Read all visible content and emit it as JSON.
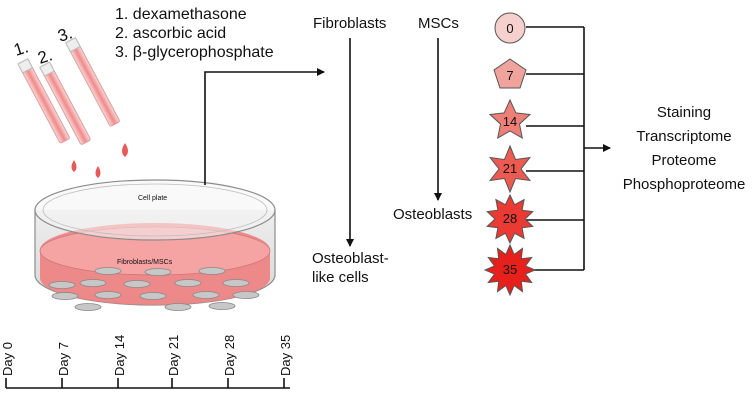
{
  "reagents": {
    "markers": [
      "1.",
      "2.",
      "3."
    ],
    "list": [
      "1. dexamethasone",
      "2. ascorbic acid",
      "3. β-glycerophosphate"
    ]
  },
  "plate": {
    "cell_plate_label": "Cell plate",
    "cells_label": "Fibroblasts/MSCs"
  },
  "cell_types": {
    "fibroblasts": "Fibroblasts",
    "mscs": "MSCs",
    "osteoblast_like_line1": "Osteoblast-",
    "osteoblast_like_line2": "like cells",
    "osteoblasts": "Osteoblasts"
  },
  "timepoints": [
    {
      "day": "0",
      "shape": "circle",
      "color": "#f6d0cd"
    },
    {
      "day": "7",
      "shape": "pentagon",
      "color": "#f0a39c"
    },
    {
      "day": "14",
      "shape": "star-5",
      "color": "#ee7f77"
    },
    {
      "day": "21",
      "shape": "star-6",
      "color": "#ec5a52"
    },
    {
      "day": "28",
      "shape": "star-10",
      "color": "#ea3a33"
    },
    {
      "day": "35",
      "shape": "star-12",
      "color": "#e8201b"
    }
  ],
  "analyses": [
    "Staining",
    "Transcriptome",
    "Proteome",
    "Phosphoproteome"
  ],
  "timeline": [
    "Day 0",
    "Day 7",
    "Day 14",
    "Day 21",
    "Day 28",
    "Day 35"
  ],
  "colors": {
    "pipette_fill": "#f08a8a",
    "medium": "#f08080",
    "drop": "#e85a5a",
    "dish_disc": "#c7c7c7",
    "line": "#111111"
  }
}
